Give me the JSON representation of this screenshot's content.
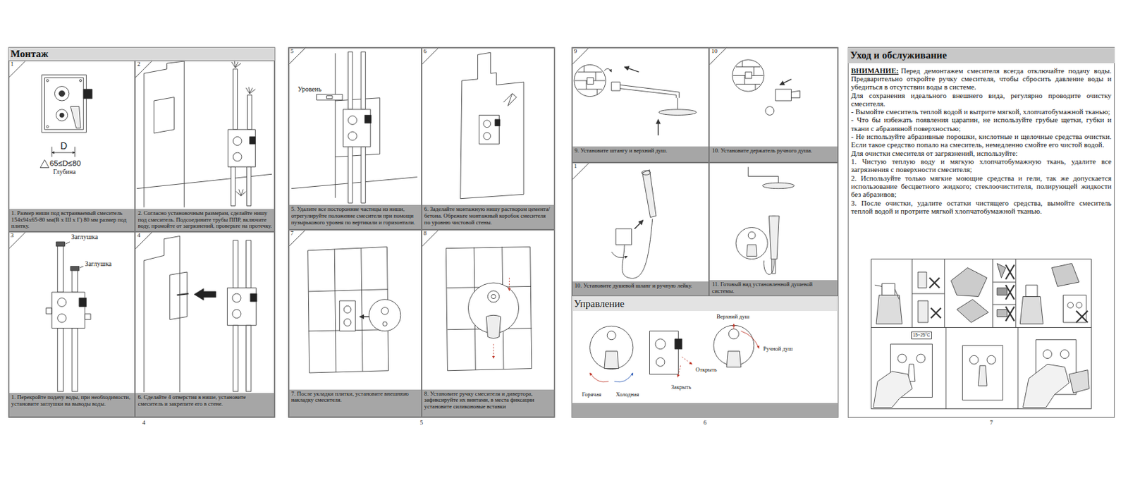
{
  "diagram": {
    "nodes": [
      {
        "text": [
          "Монтаж"
        ]
      },
      {
        "text": [
          "1",
          "1. Размер ниши под встраиваемый смеситель 154х94х65-80 мм(В х Ш х Г) 80 мм размер под плитку."
        ]
      },
      {
        "text": [
          "2",
          "2. Согласно установочным размерам, сделайте нишу под смеситель. Подсоедините трубы ППР, включите воду, промойте от загрязнений, проверьте на протечку."
        ]
      },
      {
        "text": [
          "3",
          "1. Перекройте подачу воды, при необходимости, установите заглушки на выводы воды."
        ]
      },
      {
        "text": [
          "4",
          "6. Сделайте 4 отверстия в нише, установите смеситель и закрепите его в стене."
        ]
      },
      {
        "text": [
          "5",
          "5. Удалите все посторонние частицы из ниши, отрегулируйте положение смесителя при помощи пузырькового уровня по вертикали и горизонтали."
        ]
      },
      {
        "text": [
          "6",
          "6. Заделайте монтажную нишу раствором цемента/бетона. Обрежьте монтажный коробок смесителя по уровню чистовой стены."
        ]
      },
      {
        "text": [
          "7",
          "7. После укладки плитки, установите внешнюю накладку смесителя."
        ]
      },
      {
        "text": [
          "8",
          "8. Установите ручку смесителя и дивертора, зафиксируйте их винтами, в места фиксации установите силиконовые вставки"
        ]
      },
      {
        "text": [
          "9",
          "9. Установите штангу и верхний душ."
        ]
      },
      {
        "text": [
          "10",
          "10. Установите держатель ручного душа."
        ]
      },
      {
        "text": [
          "1",
          "10. Установите душевой шланг и ручную лейку."
        ]
      },
      {
        "text": [
          "11. Готовый вид установленной душевой системы."
        ]
      },
      {
        "text": [
          "Управление"
        ]
      },
      {
        "text": [
          "Уход и обслуживание"
        ]
      }
    ],
    "labels": [
      "D",
      "65≤D≤80",
      "Глубина",
      "Заглушка",
      "Заглушка",
      "Уровень",
      "Верхний душ",
      "Ручной душ",
      "Открыть",
      "Закрыть",
      "Горячая",
      "Холодная",
      "ВНИМАНИЕ:",
      "Перед демонтажем смесителя всегда отключайте подачу воды. Предварительно откройте ручку смесителя, чтобы сбросить давление воды и убедиться в отсутствии воды в системе.",
      "Для сохранения идеального внешнего вида, регулярно проводите очистку смесителя.",
      "- Вымойте смеситель теплой водой и вытрите мягкой, хлопчатобумажной тканью;",
      "- Что бы избежать появления царапин, не используйте грубые щетки, губки и ткани с абразивной поверхностью;",
      "- Не используйте абразивные порошки, кислотные и щелочные средства очистки. Если такое средство попало на смеситель, немедленно смойте его чистой водой.",
      "Для очистки смесителя от загрязнений, используйте:",
      "1. Чистую теплую воду и мягкую хлопчатобумажную ткань, удалите все загрязнения с поверхности смесителя;",
      "2. Используйте только мягкие моющие средства и гели, так же допускается использование бесцветного жидкого; стеклоочистителя, полирующей жидкости без абразивов;",
      "3. После очистки, удалите остатки чистящего средства, вымойте смеситель теплой водой и протрите мягкой хлопчатобумажной тканью.",
      "15~25°C",
      "4",
      "5",
      "6",
      "7"
    ]
  }
}
